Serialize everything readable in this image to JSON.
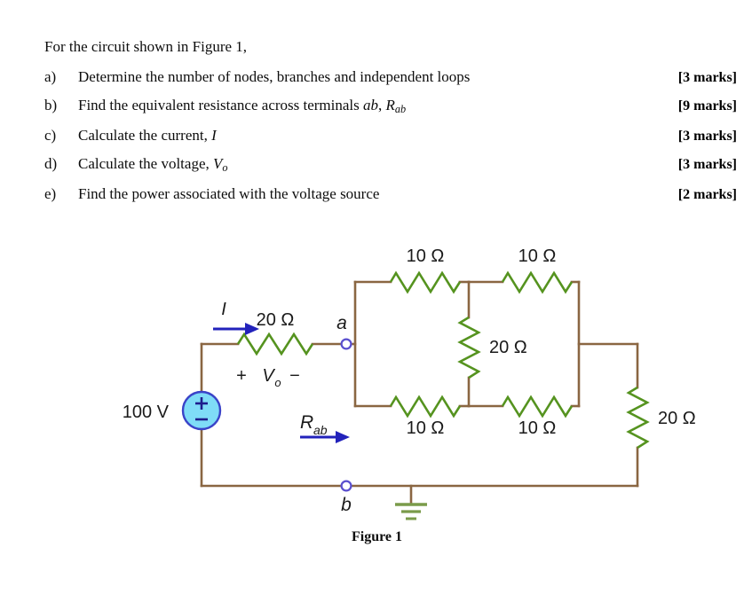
{
  "document": {
    "intro": "For the circuit shown in Figure 1,",
    "questions": [
      {
        "letter": "a)",
        "text": "Determine the number of nodes, branches and independent loops",
        "marks": "[3 marks]"
      },
      {
        "letter": "b)",
        "text": "Find the equivalent resistance across terminals ab, Rab",
        "marks": "[9 marks]"
      },
      {
        "letter": "c)",
        "text": "Calculate the current, I",
        "marks": "[3 marks]"
      },
      {
        "letter": "d)",
        "text": "Calculate the voltage, Vo",
        "marks": "[3 marks]"
      },
      {
        "letter": "e)",
        "text": "Find the power associated with the voltage source",
        "marks": "[2 marks]"
      }
    ]
  },
  "figure": {
    "caption": "Figure 1",
    "source_label": "100 V",
    "current_label": "I",
    "voltage_label_plus": "+",
    "voltage_label_name": "V",
    "voltage_label_sub": "o",
    "voltage_label_minus": "−",
    "rab_label": "R",
    "rab_sub": "ab",
    "node_a_label": "a",
    "node_b_label": "b",
    "series_resistor": "20 Ω",
    "top_left_resistor": "10 Ω",
    "top_right_resistor": "10 Ω",
    "middle_resistor": "20 Ω",
    "bottom_left_resistor": "10 Ω",
    "bottom_right_resistor": "10 Ω",
    "right_resistor": "20 Ω",
    "colors": {
      "wire": "#8a6642",
      "resistor": "#55931f",
      "source_fill": "#7fdcf7",
      "source_stroke": "#3a43c8",
      "annotation": "#2222bb",
      "node_stroke": "#5a4fcf",
      "ground": "#7a9b4a",
      "text": "#1a1a1a"
    }
  }
}
